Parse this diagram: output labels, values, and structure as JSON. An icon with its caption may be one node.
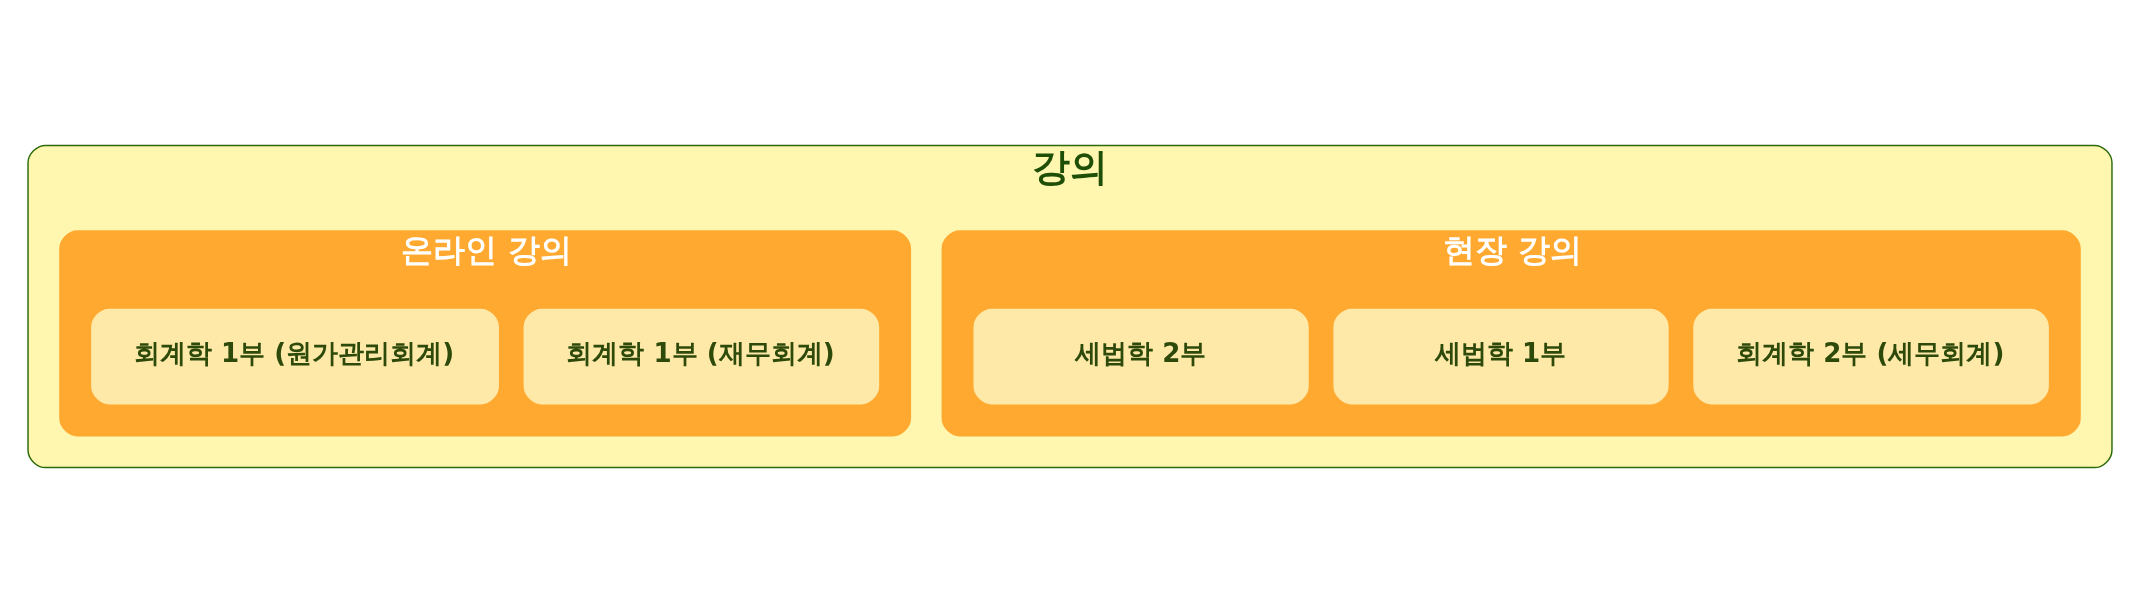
{
  "diagram": {
    "nodes": [
      {
        "text": [
          "강의"
        ]
      },
      {
        "text": [
          "현장 강의"
        ],
        "in": 0
      },
      {
        "text": [
          "회계학 2부 (세무회계)"
        ],
        "in": 1
      },
      {
        "text": [
          "세법학 1부"
        ],
        "in": 1
      },
      {
        "text": [
          "세법학 2부"
        ],
        "in": 1
      },
      {
        "text": [
          "온라인 강의"
        ],
        "in": 0
      },
      {
        "text": [
          "회계학 1부 (재무회계)"
        ],
        "in": 5
      },
      {
        "text": [
          "회계학 1부 (원가관리회계)"
        ],
        "in": 5
      }
    ]
  }
}
